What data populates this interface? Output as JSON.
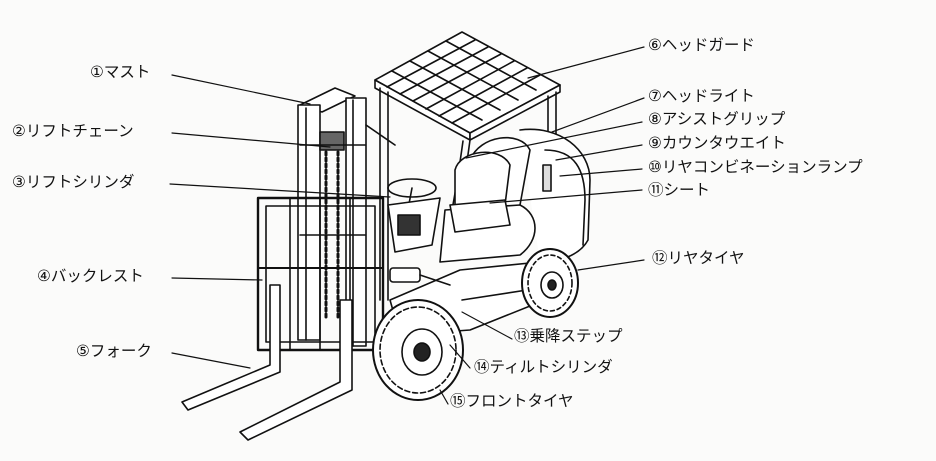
{
  "labels": {
    "l1": "①マスト",
    "l2": "②リフトチェーン",
    "l3": "③リフトシリンダ",
    "l4": "④バックレスト",
    "l5": "⑤フォーク",
    "l6": "⑥ヘッドガード",
    "l7": "⑦ヘッドライト",
    "l8": "⑧アシストグリップ",
    "l9": "⑨カウンタウエイト",
    "l10": "⑩リヤコンビネーションランプ",
    "l11": "⑪シート",
    "l12": "⑫リヤタイヤ",
    "l13": "⑬乗降ステップ",
    "l14": "⑭ティルトシリンダ",
    "l15": "⑮フロントタイヤ"
  },
  "colors": {
    "ink": "#111111",
    "paper": "#fbfbfa"
  }
}
